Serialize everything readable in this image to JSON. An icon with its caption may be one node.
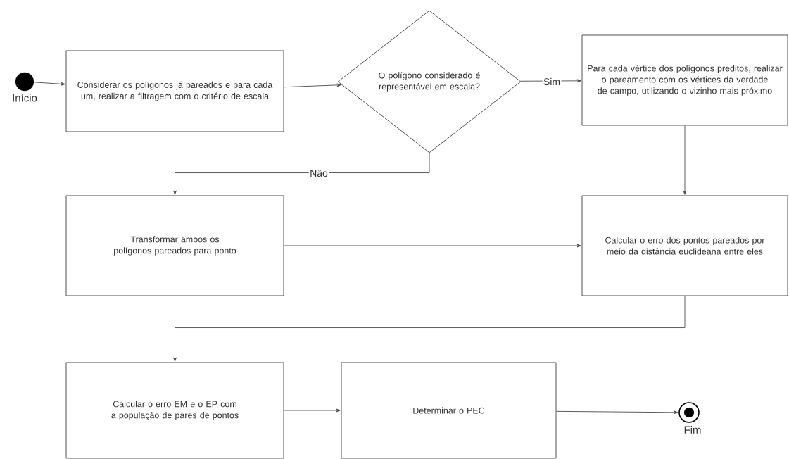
{
  "diagram": {
    "nodes": [
      {
        "text": [],
        "shape": "circle",
        "beside": [
          "Início"
        ]
      },
      {
        "text": [
          "Considerar os polígonos já pareados e para cada um, realizar a filtragem com o critério de escala"
        ]
      },
      {
        "text": [
          "O polígono considerado é representável em escala?"
        ]
      },
      {
        "text": [
          "Para cada vértice dos polígonos preditos, realizar o pareamento com os vértices da verdade de campo, utilizando o vizinho mais próximo"
        ]
      },
      {
        "text": [
          "Transformar ambos os polígonos pareados para ponto"
        ]
      },
      {
        "text": [
          "Calcular o erro dos pontos pareados por meio da distância euclideana entre eles"
        ]
      },
      {
        "text": [
          "Calcular o erro EM e o EP com a população de pares de pontos"
        ]
      },
      {
        "text": [
          "Determinar o PEC"
        ]
      },
      {
        "text": [],
        "shape": "bullseye",
        "beside": [
          "Fim"
        ]
      }
    ],
    "edges": [
      {
        "from": 0,
        "to": 1,
        "arrow": "to"
      },
      {
        "from": 1,
        "to": 2,
        "arrow": "to"
      },
      {
        "from": 2,
        "to": 3,
        "arrow": "to",
        "label": "Sim"
      },
      {
        "from": 2,
        "to": 4,
        "arrow": "to",
        "label": "Não"
      },
      {
        "from": 3,
        "to": 5,
        "arrow": "to"
      },
      {
        "from": 4,
        "to": 5,
        "arrow": "to"
      },
      {
        "from": 5,
        "to": 6,
        "arrow": "to"
      },
      {
        "from": 6,
        "to": 7,
        "arrow": "to"
      },
      {
        "from": 7,
        "to": 8,
        "arrow": "to"
      }
    ]
  }
}
